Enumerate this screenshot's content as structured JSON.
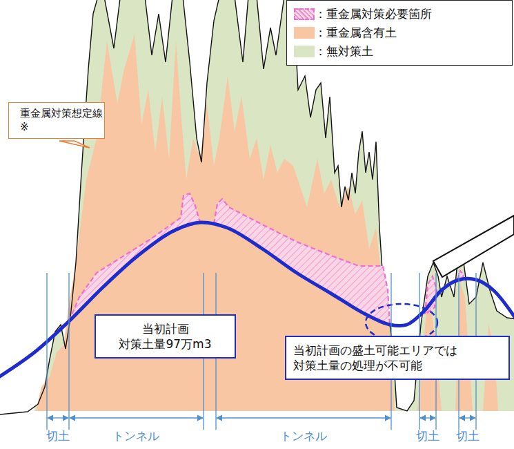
{
  "diagram": {
    "nodes": [
      {
        "text": [
          "重金属対策想定線※"
        ]
      },
      {
        "text": [
          "当初計画 対策土量97万m3"
        ]
      },
      {
        "text": [
          "当初計画の盛土可能エリアでは 対策土量の処理が不可能"
        ]
      }
    ],
    "labels": [
      "切土",
      "トンネル",
      "トンネル",
      "切土",
      "切土"
    ],
    "legend": [
      {
        "text": "：重金属対策必要箇所"
      },
      {
        "text": "：重金属含有土",
        "color": "#f8c6a3"
      },
      {
        "text": "：無対策土",
        "color": "#d9e5c3"
      }
    ]
  }
}
